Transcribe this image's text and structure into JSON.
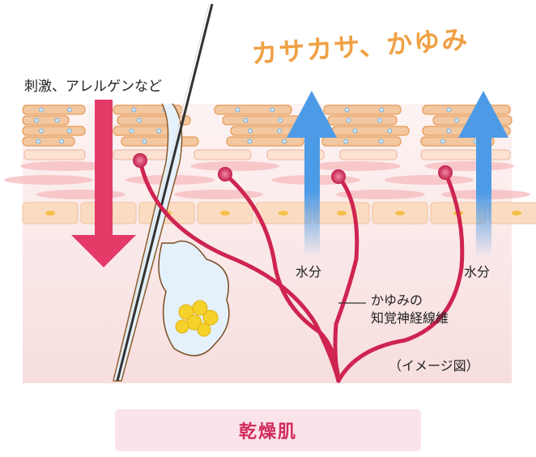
{
  "title": "カサカサ、かゆみ",
  "stimulus_label": "刺激、アレルゲンなど",
  "water_labels": [
    "水分",
    "水分"
  ],
  "nerve_label": [
    "かゆみの",
    "知覚神経線維"
  ],
  "image_note": "（イメージ図）",
  "caption": "乾燥肌",
  "colors": {
    "stimulus_arrow": "#e33a68",
    "water_arrow": "#4d9be6",
    "nerve": "#cf2450",
    "title": "#f0a045",
    "caption_bg": "#fbe3ea"
  }
}
